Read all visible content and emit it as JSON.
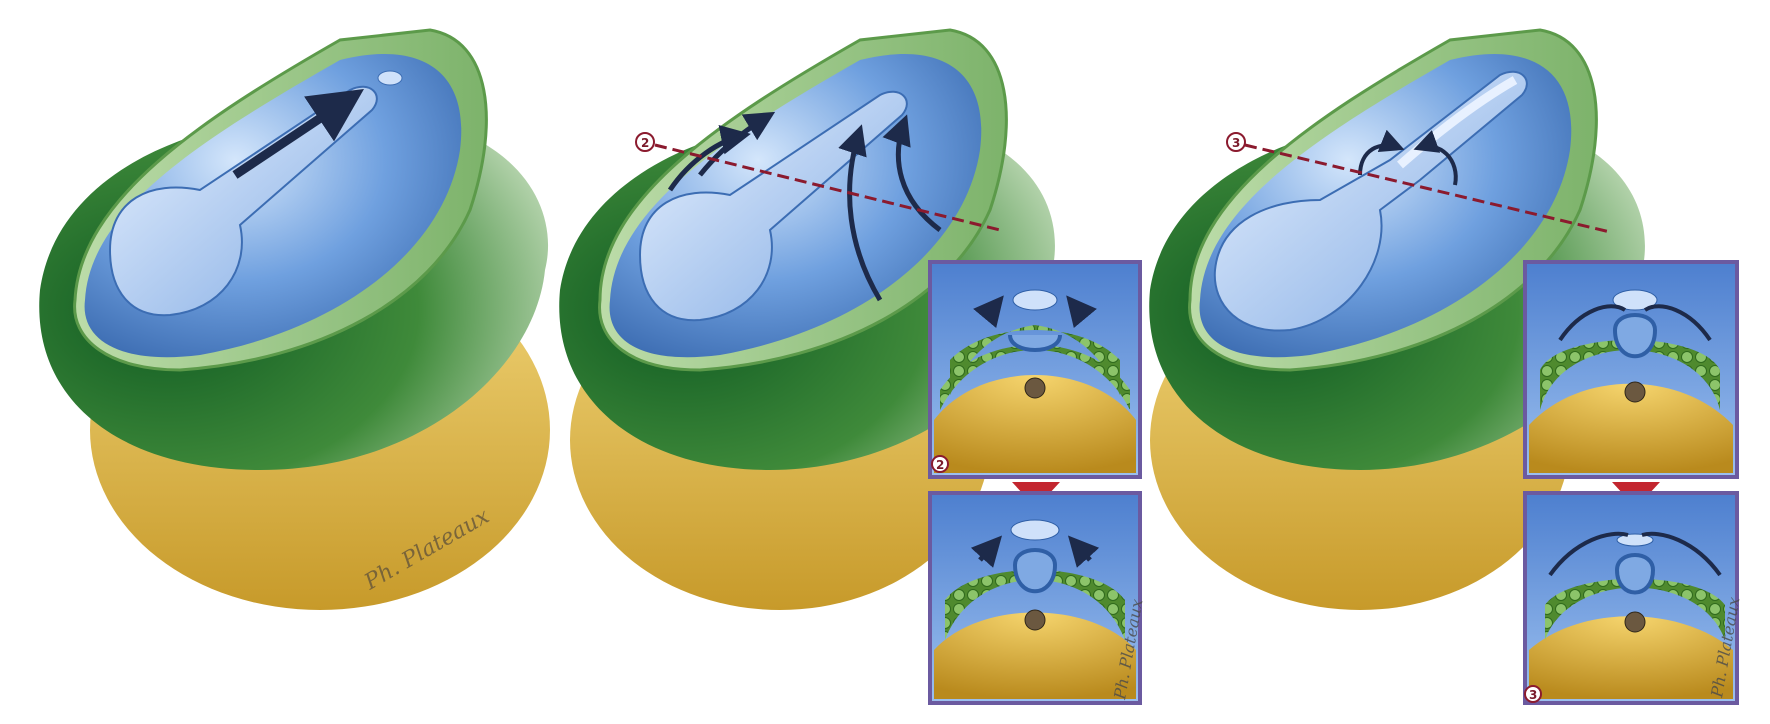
{
  "figure": {
    "panels": [
      {
        "id": "panel-1",
        "signature": "Ph. Plateaux"
      },
      {
        "id": "panel-2",
        "section_label": "2",
        "inset_label": "2",
        "inset_signature": "Ph. Plateaux"
      },
      {
        "id": "panel-3",
        "section_label": "3",
        "inset_label": "3",
        "inset_signature": "Ph. Plateaux"
      }
    ],
    "colors": {
      "endoderm_yellow": "#e3b94a",
      "mesoderm_green": "#1f6a2b",
      "ectoderm_blue": "#5a8fd6",
      "section_line": "#8b1a2e",
      "frame_purple": "#6b5aa0",
      "arrow_red": "#c3262f"
    }
  }
}
